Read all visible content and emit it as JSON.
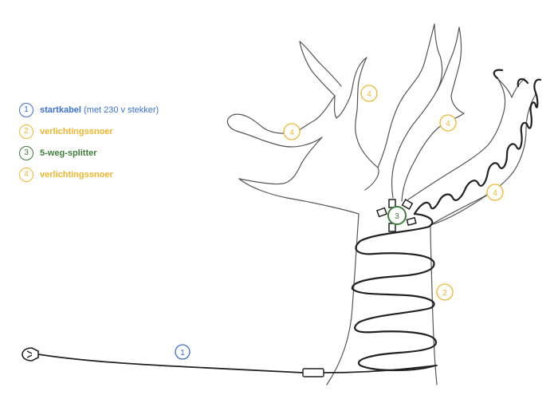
{
  "colors": {
    "blue": "#3a6fd8",
    "yellow": "#f0b52b",
    "green": "#3f7d3a",
    "line": "#444444",
    "cable": "#222222"
  },
  "legend": [
    {
      "num": "1",
      "label": "startkabel",
      "note": "(met 230 v stekker)",
      "color": "#3a6fd8"
    },
    {
      "num": "2",
      "label": "verlichtingssnoer",
      "note": "",
      "color": "#f0b52b"
    },
    {
      "num": "3",
      "label": "5-weg-splitter",
      "note": "",
      "color": "#3f7d3a"
    },
    {
      "num": "4",
      "label": "verlichtingssnoer",
      "note": "",
      "color": "#f0b52b"
    }
  ],
  "markers": {
    "startkabel": "1",
    "trunk_snoer": "2",
    "splitter": "3",
    "branch_left": "4",
    "branch_top": "4",
    "branch_right_top": "4",
    "branch_right": "4"
  }
}
